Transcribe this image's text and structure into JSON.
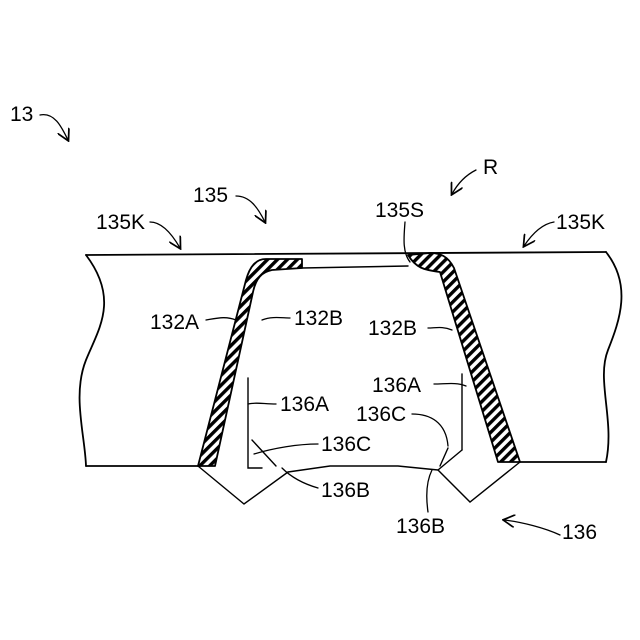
{
  "labels": {
    "assembly": "13",
    "part_135": "135",
    "region_r": "R",
    "edge_left": "135K",
    "edge_right": "135K",
    "surface_135s": "135S",
    "wall_132a": "132A",
    "wall_132b_left": "132B",
    "wall_132b_right": "132B",
    "face_136a_left": "136A",
    "face_136a_right": "136A",
    "corner_136c_left": "136C",
    "corner_136c_right": "136C",
    "tip_136b_left": "136B",
    "tip_136b_right": "136B",
    "part_136": "136"
  }
}
